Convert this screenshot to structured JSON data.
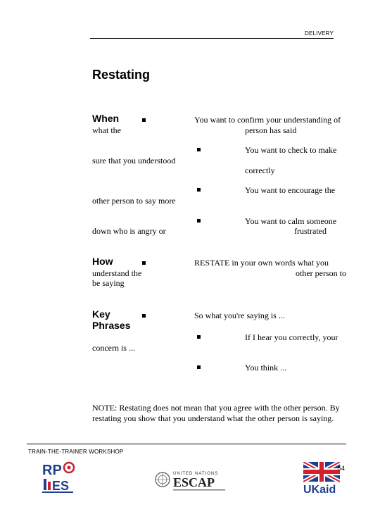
{
  "header": {
    "label": "DELIVERY"
  },
  "title": "Restating",
  "sections": {
    "when": {
      "term": "When",
      "rows": [
        {
          "left": "what the",
          "right_a": "You want to confirm your understanding of",
          "right_b": "person has said"
        },
        {
          "left": "sure that you understood",
          "right_a": "You want to check to make",
          "right_b": "correctly"
        },
        {
          "left": "other person to say more",
          "right_a": "You want to encourage the"
        },
        {
          "left": "down who is angry or",
          "right_a": "You want to calm someone",
          "right_b": "frustrated"
        }
      ]
    },
    "how": {
      "term": "How",
      "left_a": "understand the",
      "left_b": "be saying",
      "right_a": "RESTATE in your own words what you",
      "right_b": "other person to"
    },
    "key_phrases": {
      "term_a": "Key",
      "term_b": "Phrases",
      "intro": "So what you're saying is ...",
      "left": "concern is ...",
      "item1": "If I hear you correctly, your",
      "item2": "You think ..."
    }
  },
  "note": "NOTE: Restating does not mean that you agree with the other person. By restating you show that you understand what the other person is saying.",
  "footer": {
    "label": "TRAIN-THE-TRAINER WORKSHOP",
    "page_number": "54",
    "logos": {
      "rpes": {
        "name": "rpes-logo",
        "text_top": "RP",
        "text_bottom": "ES"
      },
      "escap": {
        "name": "escap-logo",
        "top_text": "UNITED NATIONS",
        "main_text": "ESCAP"
      },
      "ukaid": {
        "name": "ukaid-logo",
        "main_text": "UKaid"
      }
    }
  },
  "colors": {
    "rpes_blue": "#1f3f8f",
    "rpes_red": "#c8232c",
    "ukaid_blue": "#1d3f8f",
    "ukaid_red": "#d0212d"
  }
}
